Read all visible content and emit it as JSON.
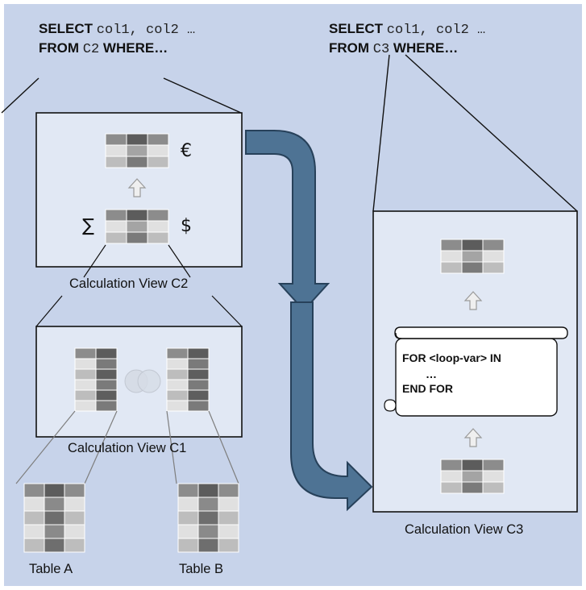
{
  "query_left": {
    "select_kw": "SELECT",
    "select_cols": "col1, col2 …",
    "from_kw": "FROM",
    "from_src": "C2",
    "where_kw": "WHERE…"
  },
  "query_right": {
    "select_kw": "SELECT",
    "select_cols": "col1, col2 …",
    "from_kw": "FROM",
    "from_src": "C3",
    "where_kw": "WHERE…"
  },
  "c2": {
    "label": "Calculation View C2",
    "currency_top": "€",
    "currency_bottom": "$",
    "sum_symbol": "∑"
  },
  "c1": {
    "label": "Calculation View C1"
  },
  "c3": {
    "label": "Calculation View C3",
    "loop_line1": "FOR <loop-var> IN",
    "loop_line2": "…",
    "loop_line3": "END FOR"
  },
  "tables": {
    "a": "Table A",
    "b": "Table B"
  },
  "colors": {
    "background": "#c7d3ea",
    "panel": "#e1e8f4",
    "arrow": "#4e7394",
    "grid_dark": "#6e6e6e",
    "grid_mid": "#a6a6a6",
    "grid_light": "#dcdcdc"
  }
}
